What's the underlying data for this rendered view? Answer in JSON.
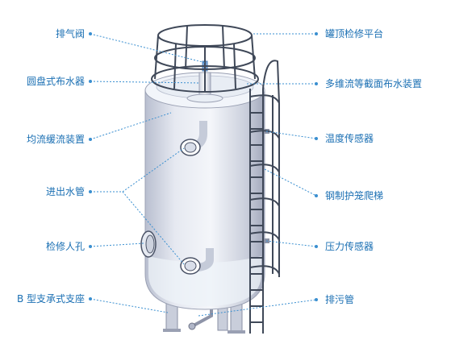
{
  "labels": {
    "exhaust_valve": "排气阀",
    "disc_distributor": "圆盘式布水器",
    "flow_buffer": "均流缓流装置",
    "inlet_outlet_pipe": "进出水管",
    "manhole": "检修人孔",
    "support": "B 型支承式支座",
    "top_platform": "罐顶检修平台",
    "multi_distributor": "多维流等截面布水装置",
    "temp_sensor": "温度传感器",
    "steel_ladder": "钢制护笼爬梯",
    "pressure_sensor": "压力传感器",
    "drain_pipe": "排污管"
  },
  "colors": {
    "label": "#1a6fb3",
    "leader": "#3a8fd0",
    "tank_body": "#d9dde8",
    "tank_shadow": "#a8aec2",
    "water": "#eef3f8",
    "steel": "#3f4858"
  }
}
